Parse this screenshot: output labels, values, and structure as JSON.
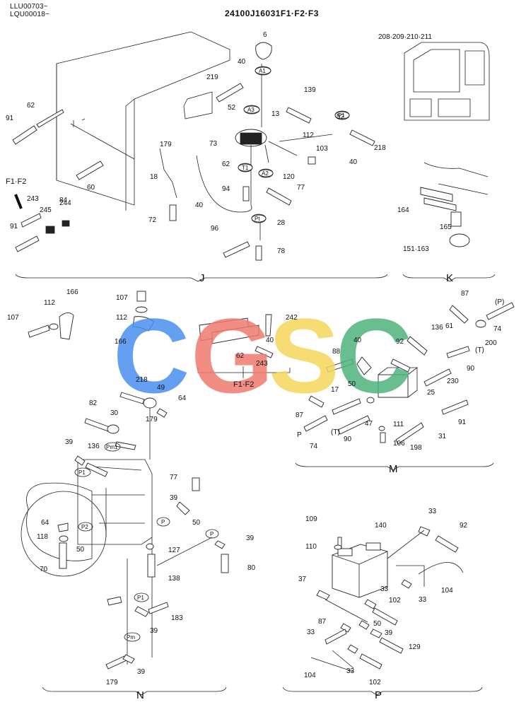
{
  "header": {
    "serial_1": "LLU00703~",
    "serial_2": "LQU00018~",
    "title": "24100J16031F1·F2·F3"
  },
  "sections": {
    "J": "J",
    "K": "K",
    "M": "M",
    "N": "N",
    "P": "P"
  },
  "sublabels": {
    "f1f2_left": "F1·F2",
    "f1f2_mid": "F1·F2"
  },
  "watermark": {
    "letters": [
      "C",
      "G",
      "S",
      "C"
    ],
    "colors": [
      "#4a8ff0",
      "#f07a6e",
      "#f5d65a",
      "#4fb37d"
    ]
  },
  "ovals": {
    "A1": "A1",
    "A3": "A3",
    "T1": "T1",
    "A2": "A2",
    "Pt": "Pt",
    "P1": "P1",
    "Pm1": "Pm1",
    "P1b": "P1",
    "P2": "P2",
    "P": "P",
    "P_": "P",
    "Pn": "P1",
    "Pm2": "Pm"
  },
  "labels": {
    "J": [
      "6",
      "40",
      "219",
      "139",
      "52",
      "13",
      "52",
      "73",
      "112",
      "103",
      "218",
      "179",
      "62",
      "18",
      "94",
      "120",
      "77",
      "72",
      "96",
      "28",
      "78",
      "40",
      "40",
      "91",
      "62",
      "60",
      "84",
      "243",
      "245",
      "244",
      "91"
    ],
    "K": [
      "208·209·210·211",
      "164",
      "165",
      "151·163"
    ],
    "mid": [
      "107",
      "112",
      "166",
      "107",
      "112",
      "166",
      "242",
      "40",
      "62",
      "243"
    ],
    "M": [
      "87",
      "(P)",
      "61",
      "74",
      "136",
      "200",
      "(T)",
      "88",
      "40",
      "92",
      "90",
      "230",
      "17",
      "50",
      "25",
      "87",
      "47",
      "111",
      "91",
      "P",
      "(T)",
      "31",
      "74",
      "90",
      "106",
      "198"
    ],
    "N": [
      "218",
      "49",
      "64",
      "82",
      "30",
      "179",
      "39",
      "136",
      "77",
      "39",
      "50",
      "64",
      "118",
      "50",
      "70",
      "127",
      "39",
      "80",
      "138",
      "183",
      "39",
      "179",
      "39"
    ],
    "P": [
      "109",
      "140",
      "33",
      "92",
      "110",
      "37",
      "104",
      "33",
      "33",
      "102",
      "87",
      "50",
      "33",
      "39",
      "129",
      "104",
      "33",
      "102"
    ]
  }
}
